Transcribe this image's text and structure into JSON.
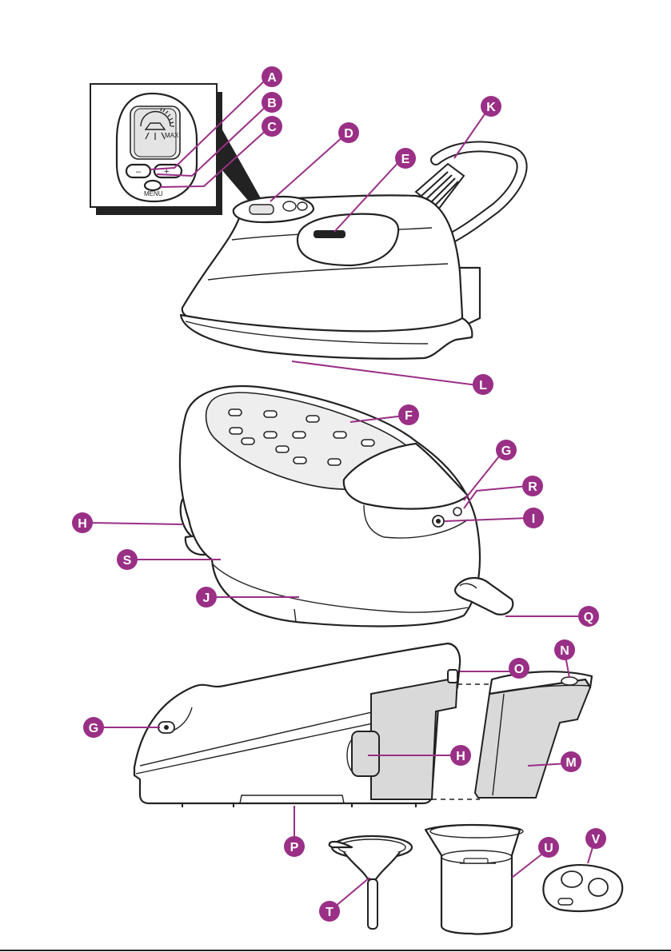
{
  "inset": {
    "menu_label": "MENU",
    "minus_label": "–",
    "plus_label": "+",
    "max_label": "MAX"
  },
  "callouts": [
    {
      "id": "A",
      "label": "A"
    },
    {
      "id": "B",
      "label": "B"
    },
    {
      "id": "C",
      "label": "C"
    },
    {
      "id": "D",
      "label": "D"
    },
    {
      "id": "E",
      "label": "E"
    },
    {
      "id": "K",
      "label": "K"
    },
    {
      "id": "L",
      "label": "L"
    },
    {
      "id": "F",
      "label": "F"
    },
    {
      "id": "G1",
      "label": "G"
    },
    {
      "id": "R",
      "label": "R"
    },
    {
      "id": "I",
      "label": "I"
    },
    {
      "id": "H1",
      "label": "H"
    },
    {
      "id": "S",
      "label": "S"
    },
    {
      "id": "J",
      "label": "J"
    },
    {
      "id": "Q",
      "label": "Q"
    },
    {
      "id": "O",
      "label": "O"
    },
    {
      "id": "N",
      "label": "N"
    },
    {
      "id": "G2",
      "label": "G"
    },
    {
      "id": "H2",
      "label": "H"
    },
    {
      "id": "M",
      "label": "M"
    },
    {
      "id": "P",
      "label": "P"
    },
    {
      "id": "U",
      "label": "U"
    },
    {
      "id": "V",
      "label": "V"
    },
    {
      "id": "T",
      "label": "T"
    }
  ]
}
